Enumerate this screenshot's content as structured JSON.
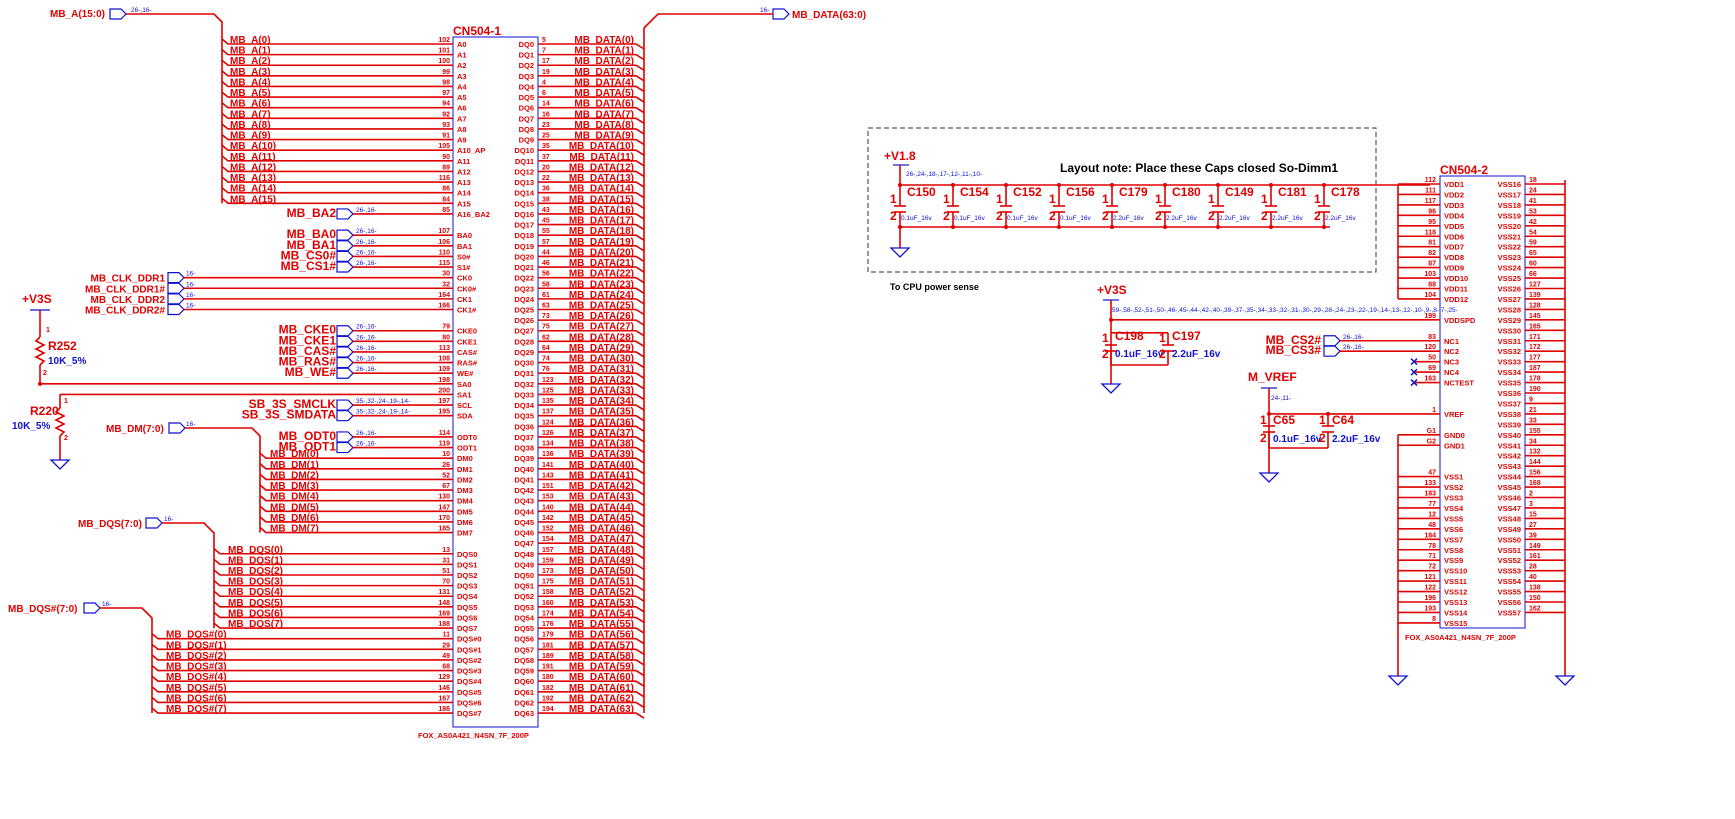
{
  "left_ref": "CN504-1",
  "left_part": "FOX_AS0A421_N4SN_7F_200P",
  "right_ref": "CN504-2",
  "right_part": "FOX_AS0A421_N4SN_7F_200P",
  "buses": {
    "mb_a": {
      "label": "MB_A(15:0)",
      "xref": "26-,16-"
    },
    "mb_data": {
      "label": "MB_DATA(63:0)",
      "xref": "16-"
    },
    "mb_dm": {
      "label": "MB_DM(7:0)",
      "xref": "16-"
    },
    "mb_dqs": {
      "label": "MB_DQS(7:0)",
      "xref": "16-"
    },
    "mb_dqsn": {
      "label": "MB_DQS#(7:0)",
      "xref": "16-"
    }
  },
  "a_rows": [
    {
      "net": "MB_A(0)",
      "num": "102",
      "pin": "A0"
    },
    {
      "net": "MB_A(1)",
      "num": "101",
      "pin": "A1"
    },
    {
      "net": "MB_A(2)",
      "num": "100",
      "pin": "A2"
    },
    {
      "net": "MB_A(3)",
      "num": "99",
      "pin": "A3"
    },
    {
      "net": "MB_A(4)",
      "num": "98",
      "pin": "A4"
    },
    {
      "net": "MB_A(5)",
      "num": "97",
      "pin": "A5"
    },
    {
      "net": "MB_A(6)",
      "num": "94",
      "pin": "A6"
    },
    {
      "net": "MB_A(7)",
      "num": "92",
      "pin": "A7"
    },
    {
      "net": "MB_A(8)",
      "num": "93",
      "pin": "A8"
    },
    {
      "net": "MB_A(9)",
      "num": "91",
      "pin": "A9"
    },
    {
      "net": "MB_A(10)",
      "num": "105",
      "pin": "A10_AP"
    },
    {
      "net": "MB_A(11)",
      "num": "90",
      "pin": "A11"
    },
    {
      "net": "MB_A(12)",
      "num": "89",
      "pin": "A12"
    },
    {
      "net": "MB_A(13)",
      "num": "116",
      "pin": "A13"
    },
    {
      "net": "MB_A(14)",
      "num": "86",
      "pin": "A14"
    },
    {
      "net": "MB_A(15)",
      "num": "84",
      "pin": "A15"
    }
  ],
  "port_rows": [
    {
      "net": "MB_BA2",
      "xref": "26-,16-",
      "num": "85",
      "pin": "A16_BA2",
      "row": 16
    },
    {
      "net": "MB_BA0",
      "xref": "26-,16-",
      "num": "107",
      "pin": "BA0",
      "row": 18
    },
    {
      "net": "MB_BA1",
      "xref": "26-,16-",
      "num": "106",
      "pin": "BA1",
      "row": 19
    },
    {
      "net": "MB_CS0#",
      "xref": "26-,16-",
      "num": "110",
      "pin": "S0#",
      "row": 20
    },
    {
      "net": "MB_CS1#",
      "xref": "26-,16-",
      "num": "115",
      "pin": "S1#",
      "row": 21
    },
    {
      "net": "MB_CKE0",
      "xref": "26-,16-",
      "num": "79",
      "pin": "CKE0",
      "row": 27
    },
    {
      "net": "MB_CKE1",
      "xref": "26-,16-",
      "num": "80",
      "pin": "CKE1",
      "row": 28
    },
    {
      "net": "MB_CAS#",
      "xref": "26-,16-",
      "num": "113",
      "pin": "CAS#",
      "row": 29
    },
    {
      "net": "MB_RAS#",
      "xref": "26-,16-",
      "num": "108",
      "pin": "RAS#",
      "row": 30
    },
    {
      "net": "MB_WE#",
      "xref": "26-,16-",
      "num": "109",
      "pin": "WE#",
      "row": 31
    },
    {
      "net": "SB_3S_SMCLK",
      "xref": "35-,32-,24-,19-,14-",
      "num": "197",
      "pin": "SCL",
      "row": 34
    },
    {
      "net": "SB_3S_SMDATA",
      "xref": "35-,32-,24-,19-,14-",
      "num": "195",
      "pin": "SDA",
      "row": 35
    },
    {
      "net": "MB_ODT0",
      "xref": "26-,16-",
      "num": "114",
      "pin": "ODT0",
      "row": 37
    },
    {
      "net": "MB_ODT1",
      "xref": "26-,16-",
      "num": "119",
      "pin": "ODT1",
      "row": 38
    }
  ],
  "clk_rows": [
    {
      "net": "MB_CLK_DDR1",
      "xref": "16-",
      "num": "30",
      "pin": "CK0",
      "row": 22
    },
    {
      "net": "MB_CLK_DDR1#",
      "xref": "16-",
      "num": "32",
      "pin": "CK0#",
      "row": 23
    },
    {
      "net": "MB_CLK_DDR2",
      "xref": "16-",
      "num": "164",
      "pin": "CK1",
      "row": 24
    },
    {
      "net": "MB_CLK_DDR2#",
      "xref": "16-",
      "num": "166",
      "pin": "CK1#",
      "row": 25
    }
  ],
  "sa_rows": [
    {
      "num": "198",
      "pin": "SA0",
      "row": 32
    },
    {
      "num": "200",
      "pin": "SA1",
      "row": 33
    }
  ],
  "dm_rows": [
    {
      "net": "MB_DM(0)",
      "num": "10",
      "pin": "DM0"
    },
    {
      "net": "MB_DM(1)",
      "num": "26",
      "pin": "DM1"
    },
    {
      "net": "MB_DM(2)",
      "num": "52",
      "pin": "DM2"
    },
    {
      "net": "MB_DM(3)",
      "num": "67",
      "pin": "DM3"
    },
    {
      "net": "MB_DM(4)",
      "num": "130",
      "pin": "DM4"
    },
    {
      "net": "MB_DM(5)",
      "num": "147",
      "pin": "DM5"
    },
    {
      "net": "MB_DM(6)",
      "num": "170",
      "pin": "DM6"
    },
    {
      "net": "MB_DM(7)",
      "num": "185",
      "pin": "DM7"
    }
  ],
  "dqs_rows": [
    {
      "net": "MB_DQS(0)",
      "num": "13",
      "pin": "DQS0"
    },
    {
      "net": "MB_DQS(1)",
      "num": "31",
      "pin": "DQS1"
    },
    {
      "net": "MB_DQS(2)",
      "num": "51",
      "pin": "DQS2"
    },
    {
      "net": "MB_DQS(3)",
      "num": "70",
      "pin": "DQS3"
    },
    {
      "net": "MB_DQS(4)",
      "num": "131",
      "pin": "DQS4"
    },
    {
      "net": "MB_DQS(5)",
      "num": "148",
      "pin": "DQS5"
    },
    {
      "net": "MB_DQS(6)",
      "num": "169",
      "pin": "DQS6"
    },
    {
      "net": "MB_DQS(7)",
      "num": "188",
      "pin": "DQS7"
    }
  ],
  "dqsn_rows": [
    {
      "net": "MB_DQS#(0)",
      "num": "11",
      "pin": "DQS#0"
    },
    {
      "net": "MB_DQS#(1)",
      "num": "29",
      "pin": "DQS#1"
    },
    {
      "net": "MB_DQS#(2)",
      "num": "49",
      "pin": "DQS#2"
    },
    {
      "net": "MB_DQS#(3)",
      "num": "68",
      "pin": "DQS#3"
    },
    {
      "net": "MB_DQS#(4)",
      "num": "129",
      "pin": "DQS#4"
    },
    {
      "net": "MB_DQS#(5)",
      "num": "146",
      "pin": "DQS#5"
    },
    {
      "net": "MB_DQS#(6)",
      "num": "167",
      "pin": "DQS#6"
    },
    {
      "net": "MB_DQS#(7)",
      "num": "186",
      "pin": "DQS#7"
    }
  ],
  "dq_nums": [
    "5",
    "7",
    "17",
    "19",
    "4",
    "6",
    "14",
    "16",
    "23",
    "25",
    "35",
    "37",
    "20",
    "22",
    "36",
    "38",
    "43",
    "45",
    "55",
    "57",
    "44",
    "46",
    "56",
    "58",
    "61",
    "63",
    "73",
    "75",
    "62",
    "64",
    "74",
    "76",
    "123",
    "125",
    "135",
    "137",
    "124",
    "126",
    "134",
    "136",
    "141",
    "143",
    "151",
    "153",
    "140",
    "142",
    "152",
    "154",
    "157",
    "159",
    "173",
    "175",
    "158",
    "160",
    "174",
    "176",
    "179",
    "181",
    "189",
    "191",
    "180",
    "182",
    "192",
    "194"
  ],
  "r252": {
    "ref": "R252",
    "value": "10K_5%",
    "pin1": "1",
    "pin2": "2"
  },
  "r220": {
    "ref": "R220",
    "value": "10K_5%",
    "pin1": "1",
    "pin2": "2"
  },
  "v3s_left": "+V3S",
  "v18": {
    "label": "+V1.8",
    "xref": "26-,24-,18-,17-,12-,11-,10-"
  },
  "layout_note": "Layout note: Place these Caps closed So-Dimm1",
  "power_note": "To CPU power sense",
  "caps18": [
    {
      "ref": "C150",
      "val": "0.1uF_16v"
    },
    {
      "ref": "C154",
      "val": "0.1uF_16v"
    },
    {
      "ref": "C152",
      "val": "0.1uF_16v"
    },
    {
      "ref": "C156",
      "val": "0.1uF_16v"
    },
    {
      "ref": "C179",
      "val": "2.2uF_16v"
    },
    {
      "ref": "C180",
      "val": "2.2uF_16v"
    },
    {
      "ref": "C149",
      "val": "2.2uF_16v"
    },
    {
      "ref": "C181",
      "val": "2.2uF_16v"
    },
    {
      "ref": "C178",
      "val": "2.2uF_16v"
    }
  ],
  "cap_pins": {
    "p1": "1",
    "p2": "2"
  },
  "v3s_mid": {
    "label": "+V3S",
    "xref": "59-,58-,52-,51-,50-,46-,45-,44-,42-,40-,39-,37-,35-,34-,33-,32-,31-,30-,29-,28-,24-,23-,22-,19-,14-,13-,12-,10-,9-,8-,7-,25-"
  },
  "caps3v": [
    {
      "ref": "C198",
      "val": "0.1uF_16v"
    },
    {
      "ref": "C197",
      "val": "2.2uF_16v"
    }
  ],
  "mvref": {
    "label": "M_VREF",
    "xref": "24-,11-"
  },
  "capsvref": [
    {
      "ref": "C65",
      "val": "0.1uF_16v"
    },
    {
      "ref": "C64",
      "val": "2.2uF_16v"
    }
  ],
  "mb_cs2": {
    "net": "MB_CS2#",
    "xref": "26-,16-"
  },
  "mb_cs3": {
    "net": "MB_CS3#",
    "xref": "26-,16-"
  },
  "cn2_left": [
    {
      "num": "112",
      "pin": "VDD1"
    },
    {
      "num": "111",
      "pin": "VDD2"
    },
    {
      "num": "117",
      "pin": "VDD3"
    },
    {
      "num": "96",
      "pin": "VDD4"
    },
    {
      "num": "95",
      "pin": "VDD5"
    },
    {
      "num": "118",
      "pin": "VDD6"
    },
    {
      "num": "81",
      "pin": "VDD7"
    },
    {
      "num": "82",
      "pin": "VDD8"
    },
    {
      "num": "87",
      "pin": "VDD9"
    },
    {
      "num": "103",
      "pin": "VDD10"
    },
    {
      "num": "88",
      "pin": "VDD11"
    },
    {
      "num": "104",
      "pin": "VDD12"
    },
    {
      "num": "",
      "pin": ""
    },
    {
      "num": "199",
      "pin": "VDDSPD"
    },
    {
      "num": "",
      "pin": ""
    },
    {
      "num": "83",
      "pin": "NC1"
    },
    {
      "num": "120",
      "pin": "NC2"
    },
    {
      "num": "50",
      "pin": "NC3"
    },
    {
      "num": "69",
      "pin": "NC4"
    },
    {
      "num": "163",
      "pin": "NCTEST"
    },
    {
      "num": "",
      "pin": ""
    },
    {
      "num": "",
      "pin": ""
    },
    {
      "num": "1",
      "pin": "VREF"
    },
    {
      "num": "",
      "pin": ""
    },
    {
      "num": "G1",
      "pin": "GND0"
    },
    {
      "num": "G2",
      "pin": "GND1"
    },
    {
      "num": "",
      "pin": ""
    },
    {
      "num": "",
      "pin": ""
    },
    {
      "num": "47",
      "pin": "VSS1"
    },
    {
      "num": "133",
      "pin": "VSS2"
    },
    {
      "num": "183",
      "pin": "VSS3"
    },
    {
      "num": "77",
      "pin": "VSS4"
    },
    {
      "num": "12",
      "pin": "VSS5"
    },
    {
      "num": "48",
      "pin": "VSS6"
    },
    {
      "num": "184",
      "pin": "VSS7"
    },
    {
      "num": "78",
      "pin": "VSS8"
    },
    {
      "num": "71",
      "pin": "VSS9"
    },
    {
      "num": "72",
      "pin": "VSS10"
    },
    {
      "num": "121",
      "pin": "VSS11"
    },
    {
      "num": "122",
      "pin": "VSS12"
    },
    {
      "num": "196",
      "pin": "VSS13"
    },
    {
      "num": "193",
      "pin": "VSS14"
    },
    {
      "num": "8",
      "pin": "VSS15"
    }
  ],
  "cn2_right": [
    {
      "num": "18",
      "pin": "VSS16"
    },
    {
      "num": "24",
      "pin": "VSS17"
    },
    {
      "num": "41",
      "pin": "VSS18"
    },
    {
      "num": "53",
      "pin": "VSS19"
    },
    {
      "num": "42",
      "pin": "VSS20"
    },
    {
      "num": "54",
      "pin": "VSS21"
    },
    {
      "num": "59",
      "pin": "VSS22"
    },
    {
      "num": "65",
      "pin": "VSS23"
    },
    {
      "num": "60",
      "pin": "VSS24"
    },
    {
      "num": "66",
      "pin": "VSS25"
    },
    {
      "num": "127",
      "pin": "VSS26"
    },
    {
      "num": "139",
      "pin": "VSS27"
    },
    {
      "num": "128",
      "pin": "VSS28"
    },
    {
      "num": "145",
      "pin": "VSS29"
    },
    {
      "num": "165",
      "pin": "VSS30"
    },
    {
      "num": "171",
      "pin": "VSS31"
    },
    {
      "num": "172",
      "pin": "VSS32"
    },
    {
      "num": "177",
      "pin": "VSS33"
    },
    {
      "num": "187",
      "pin": "VSS34"
    },
    {
      "num": "178",
      "pin": "VSS35"
    },
    {
      "num": "190",
      "pin": "VSS36"
    },
    {
      "num": "9",
      "pin": "VSS37"
    },
    {
      "num": "21",
      "pin": "VSS38"
    },
    {
      "num": "33",
      "pin": "VSS39"
    },
    {
      "num": "155",
      "pin": "VSS40"
    },
    {
      "num": "34",
      "pin": "VSS41"
    },
    {
      "num": "132",
      "pin": "VSS42"
    },
    {
      "num": "144",
      "pin": "VSS43"
    },
    {
      "num": "156",
      "pin": "VSS44"
    },
    {
      "num": "168",
      "pin": "VSS45"
    },
    {
      "num": "2",
      "pin": "VSS46"
    },
    {
      "num": "3",
      "pin": "VSS47"
    },
    {
      "num": "15",
      "pin": "VSS48"
    },
    {
      "num": "27",
      "pin": "VSS49"
    },
    {
      "num": "39",
      "pin": "VSS50"
    },
    {
      "num": "149",
      "pin": "VSS51"
    },
    {
      "num": "161",
      "pin": "VSS52"
    },
    {
      "num": "28",
      "pin": "VSS53"
    },
    {
      "num": "40",
      "pin": "VSS54"
    },
    {
      "num": "138",
      "pin": "VSS55"
    },
    {
      "num": "150",
      "pin": "VSS56"
    },
    {
      "num": "162",
      "pin": "VSS57"
    }
  ]
}
